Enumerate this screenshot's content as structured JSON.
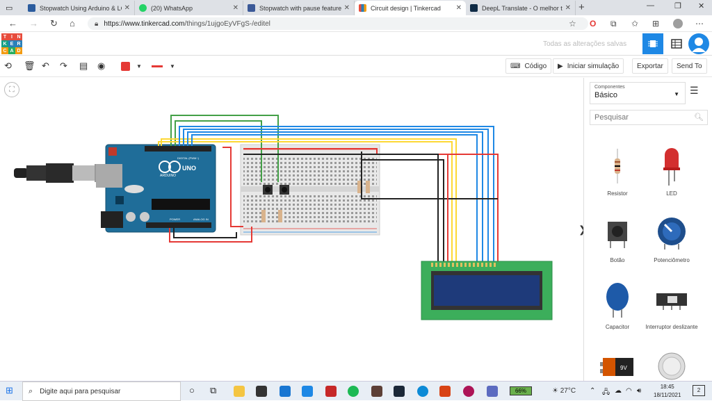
{
  "browser": {
    "tabs": [
      {
        "title": "Stopwatch Using Arduino & LCD",
        "color": "#2b5c9e"
      },
      {
        "title": "(20) WhatsApp",
        "color": "#25d366"
      },
      {
        "title": "Stopwatch with pause feature - S",
        "color": "#3b5998"
      },
      {
        "title": "Circuit design | Tinkercad",
        "color": "#e74c3c",
        "active": true
      },
      {
        "title": "DeepL Translate - O melhor tradu",
        "color": "#0f2b46"
      }
    ],
    "url_host": "https://www.tinkercad.com",
    "url_path": "/things/1ujgoEyVFgS-/editel"
  },
  "tinkercad": {
    "logo_letters": [
      "T",
      "I",
      "N",
      "K",
      "E",
      "R",
      "C",
      "A",
      "D"
    ],
    "logo_colors": [
      "#e74c3c",
      "#e74c3c",
      "#e74c3c",
      "#16a085",
      "#2980b9",
      "#2980b9",
      "#f39c12",
      "#27ae60",
      "#f39c12"
    ],
    "saved_status": "Todas as alterações salvas"
  },
  "toolbar": {
    "code_label": "Código",
    "simulate_label": "Iniciar simulação",
    "export_label": "Exportar",
    "sendto_label": "Send To",
    "color_swatch": "#e53935"
  },
  "panel": {
    "components_label": "Componentes",
    "components_value": "Básico",
    "search_placeholder": "Pesquisar",
    "items": [
      {
        "name": "Resistor"
      },
      {
        "name": "LED"
      },
      {
        "name": "Botão"
      },
      {
        "name": "Potenciômetro"
      },
      {
        "name": "Capacitor"
      },
      {
        "name": "Interruptor deslizante"
      },
      {
        "name": "9V"
      },
      {
        "name": ""
      }
    ]
  },
  "circuit": {
    "board_brand": "ARDUINO",
    "board_model": "UNO",
    "digital_label": "DIGITAL (PWM~)",
    "power_label": "POWER",
    "analog_label": "ANALOG IN"
  },
  "taskbar": {
    "search_placeholder": "Digite aqui para pesquisar",
    "battery": "66%",
    "temperature": "27°C",
    "time": "18:45",
    "date": "18/11/2021",
    "notifications": "2"
  }
}
